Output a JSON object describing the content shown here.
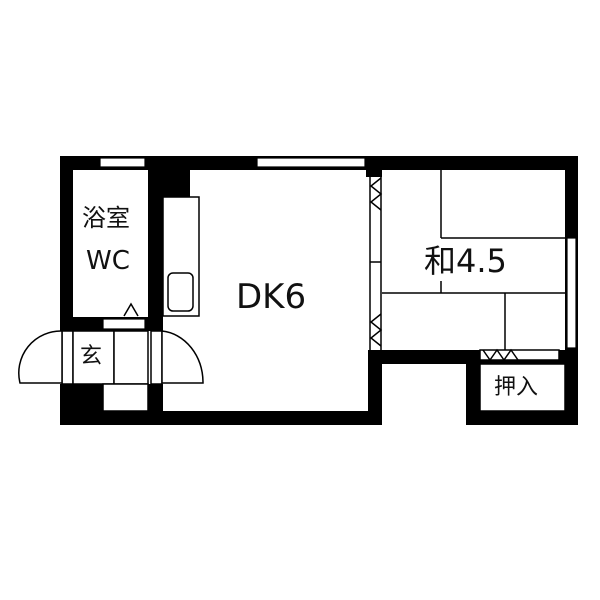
{
  "floor_plan": {
    "rooms": [
      {
        "id": "bath",
        "label_line1": "浴室",
        "label_line2": "WC"
      },
      {
        "id": "entrance",
        "label": "玄"
      },
      {
        "id": "dining_kitchen",
        "label": "DK6"
      },
      {
        "id": "japanese_room",
        "label": "和4.5"
      },
      {
        "id": "closet",
        "label": "押入"
      }
    ],
    "colors": {
      "wall": "#000000",
      "background": "#ffffff",
      "line": "#000000"
    }
  }
}
